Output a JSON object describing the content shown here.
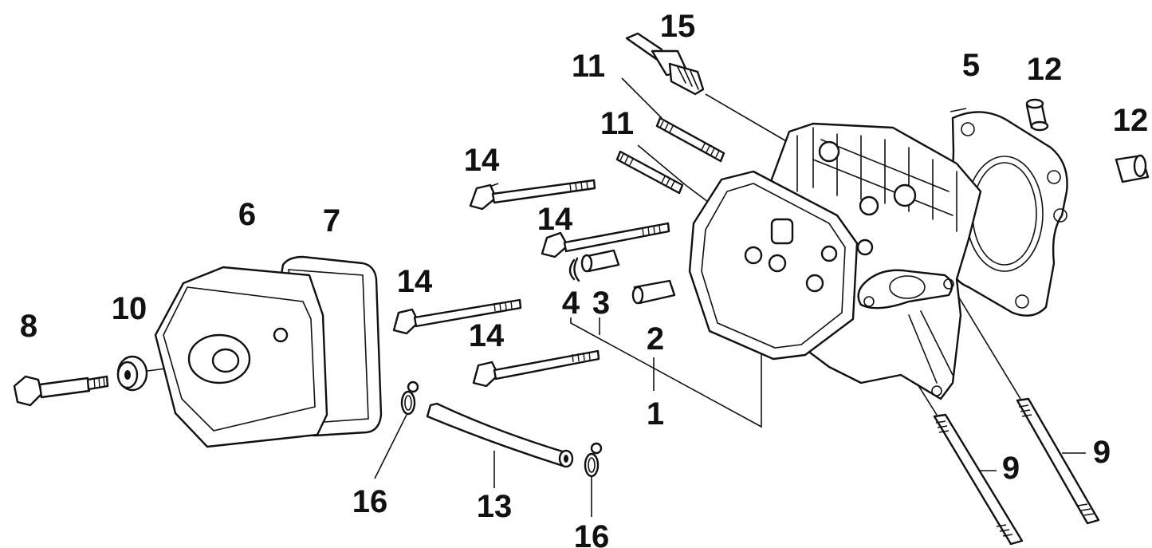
{
  "callouts": {
    "c1": "1",
    "c2": "2",
    "c3": "3",
    "c4": "4",
    "c5": "5",
    "c6": "6",
    "c7": "7",
    "c8": "8",
    "c9a": "9",
    "c9b": "9",
    "c10": "10",
    "c11a": "11",
    "c11b": "11",
    "c12a": "12",
    "c12b": "12",
    "c13": "13",
    "c14a": "14",
    "c14b": "14",
    "c14c": "14",
    "c14d": "14",
    "c15": "15",
    "c16a": "16",
    "c16b": "16"
  },
  "colors": {
    "line": "#111111",
    "background": "#ffffff"
  }
}
